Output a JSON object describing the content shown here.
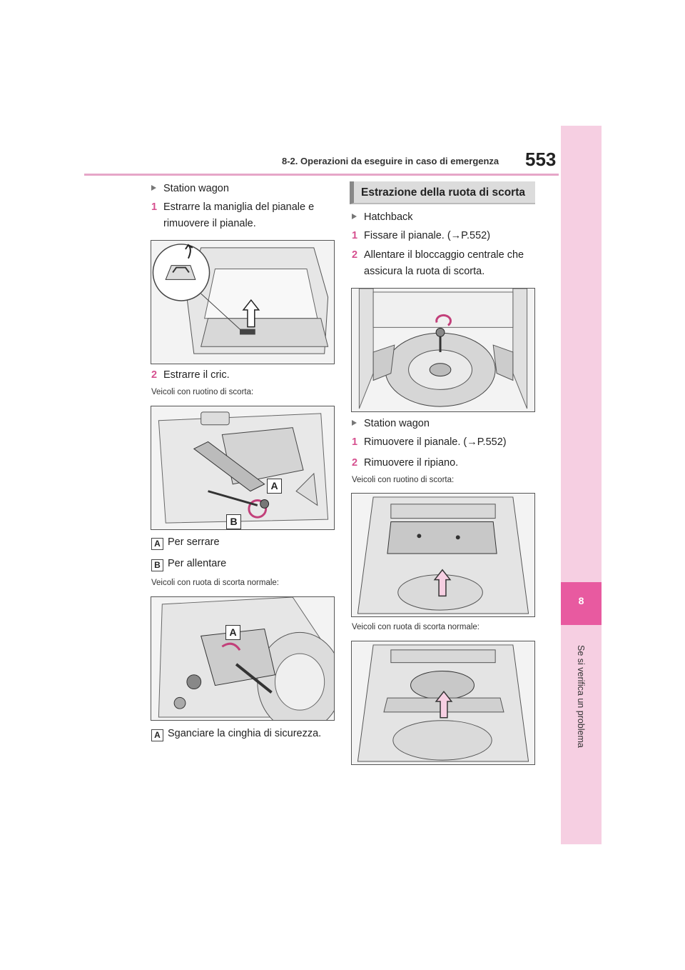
{
  "header": {
    "section": "8-2. Operazioni da eseguire in caso di emergenza",
    "page_number": "553"
  },
  "side_tab": {
    "chapter_number": "8",
    "chapter_title": "Se si verifica un problema"
  },
  "left_column": {
    "bullet_station_wagon": "Station wagon",
    "step1_num": "1",
    "step1_text": "Estrarre la maniglia del pianale e rimuovere il pianale.",
    "step2_num": "2",
    "step2_text": "Estrarre il cric.",
    "caption_mini_spare": "Veicoli con ruotino di scorta:",
    "callout_a_letter": "A",
    "callout_a_text": "Per serrare",
    "callout_b_letter": "B",
    "callout_b_text": "Per allentare",
    "caption_normal_spare": "Veicoli con ruota di scorta normale:",
    "callout_a2_letter": "A",
    "callout_a2_text": "Sganciare la cinghia di sicurezza.",
    "fig2_label_a": "A",
    "fig2_label_b": "B",
    "fig3_label_a": "A"
  },
  "right_column": {
    "section_heading": "Estrazione della ruota di scorta",
    "bullet_hatchback": "Hatchback",
    "hb_step1_num": "1",
    "hb_step1_text": "Fissare il pianale. (→P.552)",
    "hb_step2_num": "2",
    "hb_step2_text": "Allentare il bloccaggio centrale che assicura la ruota di scorta.",
    "bullet_station_wagon": "Station wagon",
    "sw_step1_num": "1",
    "sw_step1_text": "Rimuovere il pianale. (→P.552)",
    "sw_step2_num": "2",
    "sw_step2_text": "Rimuovere il ripiano.",
    "caption_mini_spare": "Veicoli con ruotino di scorta:",
    "caption_normal_spare": "Veicoli con ruota di scorta normale:"
  },
  "colors": {
    "accent_pink": "#e85aa0",
    "strip_pink": "#f6cfe2",
    "step_number": "#d6508f"
  }
}
